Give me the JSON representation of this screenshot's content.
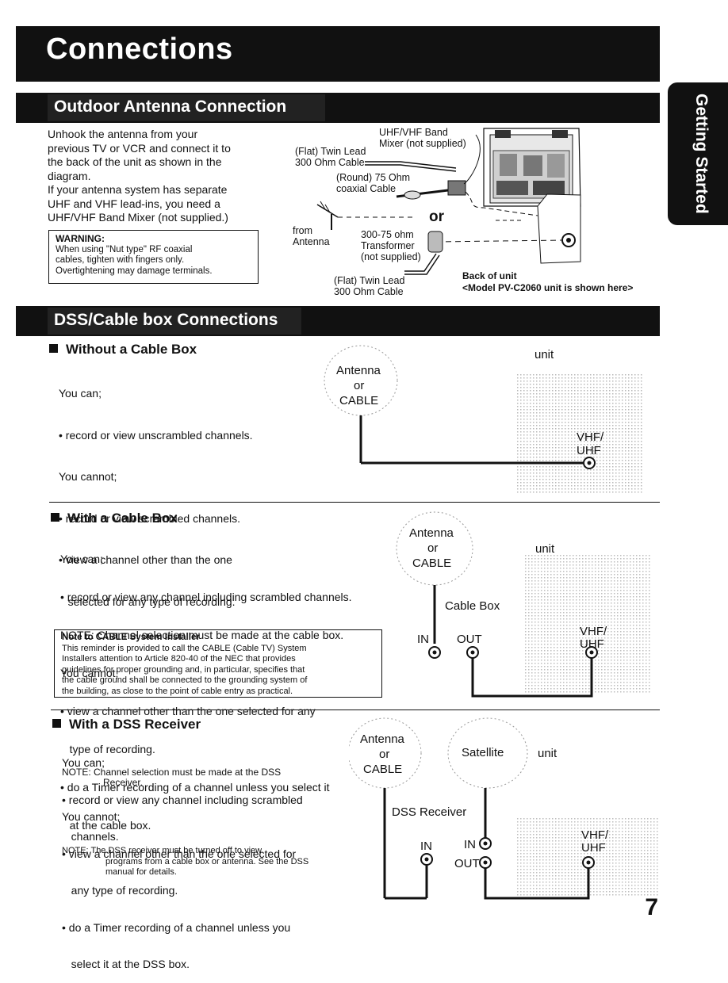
{
  "page": {
    "title": "Connections",
    "side_tab": "Getting Started",
    "page_number": "7"
  },
  "outdoor": {
    "heading": "Outdoor Antenna Connection",
    "lines": [
      "Unhook the antenna from your",
      "previous TV or VCR and connect it to",
      "the back of the unit as shown in the",
      "diagram.",
      "If your antenna system has separate",
      "UHF and VHF lead-ins, you need a",
      "UHF/VHF Band Mixer (not supplied.)"
    ],
    "warning": {
      "title": "WARNING:",
      "lines": [
        "When using \"Nut type\" RF coaxial",
        "cables, tighten with fingers only.",
        "Overtightening may damage terminals."
      ]
    },
    "diagram": {
      "mixer": [
        "UHF/VHF Band",
        "Mixer (not supplied)"
      ],
      "twin_lead_top": [
        "(Flat) Twin Lead",
        "300 Ohm Cable"
      ],
      "coax": [
        "(Round) 75 Ohm",
        "coaxial Cable"
      ],
      "or": "or",
      "from_antenna": [
        "from",
        "Antenna"
      ],
      "transformer": [
        "300-75 ohm",
        "Transformer",
        "(not supplied)"
      ],
      "twin_lead_bottom": [
        "(Flat) Twin Lead",
        "300 Ohm Cable"
      ],
      "back_of_unit": "Back of unit",
      "model_note": "<Model PV-C2060 unit is shown here>"
    }
  },
  "dss": {
    "heading": "DSS/Cable box Connections",
    "without": {
      "title": "Without a Cable Box",
      "lines": [
        "You can;",
        "• record or view unscrambled channels.",
        "You cannot;",
        "• record or view scrambled channels.",
        "• view a channel other than the one",
        "   selected for any type of recording."
      ],
      "diagram": {
        "antenna": "Antenna",
        "or": "or",
        "cable": "CABLE",
        "unit": "unit",
        "vhf": "VHF/",
        "uhf": "UHF"
      }
    },
    "with_cable": {
      "title": "With a Cable Box",
      "lines": [
        "You can;",
        "• record or view any channel including scrambled channels.",
        "NOTE: Channel selection must be made at the cable box.",
        "You cannot;",
        "• view a channel other than the one selected for any",
        "   type of recording.",
        "• do a Timer recording of a channel unless you select it",
        "   at the cable box."
      ],
      "note": {
        "title": "Note to CABLE System Installer",
        "lines": [
          "This reminder is provided to call the CABLE (Cable TV) System",
          "Installers attention to Article 820-40 of the NEC that provides",
          "guidelines for proper grounding and, in particular, specifies that",
          "the cable ground shall be connected to the grounding system of",
          "the building, as close to the point of cable entry as practical."
        ]
      },
      "diagram": {
        "antenna": "Antenna",
        "or": "or",
        "cable": "CABLE",
        "unit": "unit",
        "cable_box": "Cable Box",
        "in": "IN",
        "out": "OUT",
        "vhf": "VHF/",
        "uhf": "UHF"
      }
    },
    "with_dss": {
      "title": "With a DSS Receiver",
      "lines": [
        "You can;",
        "• record or view any channel including scrambled",
        "   channels."
      ],
      "note1": [
        "NOTE: Channel selection must be made at the DSS",
        "Receiver."
      ],
      "lines2": [
        "You cannot;",
        "• view a channel other than the one selected for",
        "   any type of recording.",
        "• do a Timer recording of a channel unless you",
        "   select it at the DSS box."
      ],
      "note2": [
        "NOTE: The DSS receiver must be turned off to view",
        "programs from a cable box or antenna. See the DSS",
        "manual for details."
      ],
      "diagram": {
        "antenna": "Antenna",
        "or": "or",
        "cable": "CABLE",
        "satellite": "Satellite",
        "unit": "unit",
        "receiver": "DSS Receiver",
        "in1": "IN",
        "in2": "IN",
        "out": "OUT",
        "vhf": "VHF/",
        "uhf": "UHF"
      }
    }
  }
}
